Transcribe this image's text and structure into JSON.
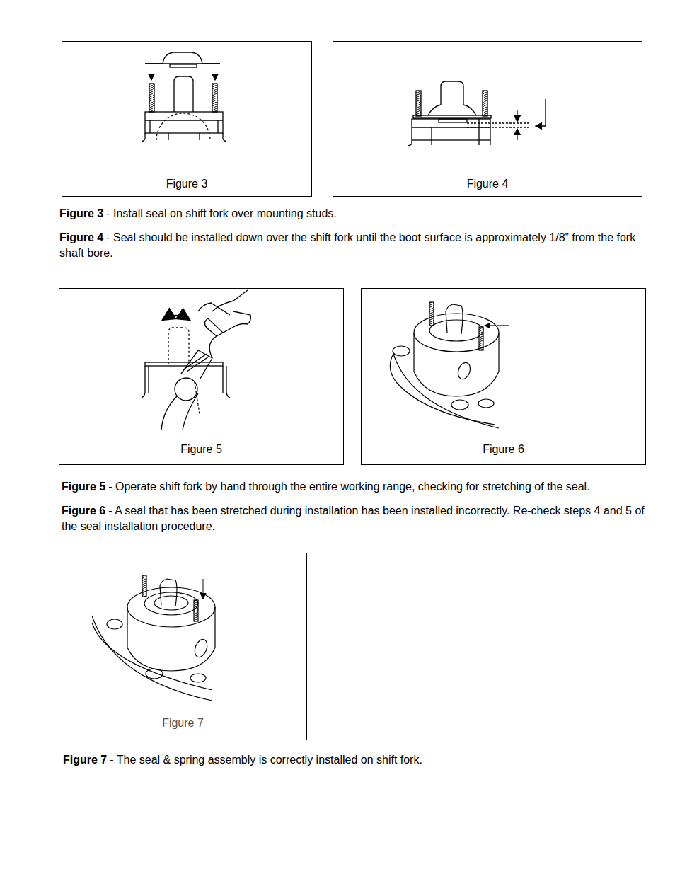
{
  "diagram": {
    "nodes": [
      {
        "text": [
          "Figure 3"
        ]
      },
      {
        "text": [
          "Figure 4"
        ]
      },
      {
        "text": [
          "Figure 5"
        ]
      },
      {
        "text": [
          "Figure 6"
        ]
      },
      {
        "text": [
          "Figure 7"
        ]
      }
    ],
    "labels": [
      "Figure 3",
      "- Install seal on shift fork over mounting studs.",
      "Figure 4",
      "- Seal should be installed down over the shift fork until the boot surface is approximately 1/8” from the fork shaft bore.",
      "Figure 5",
      "- Operate shift fork by hand through the entire working range, checking for stretching of the seal.",
      "Figure 6",
      "- A seal that has been stretched during installation has been installed incorrectly. Re-check steps 4 and 5 of the seal installation procedure.",
      "Figure 7",
      "- The seal & spring assembly is correctly installed on shift fork."
    ]
  }
}
